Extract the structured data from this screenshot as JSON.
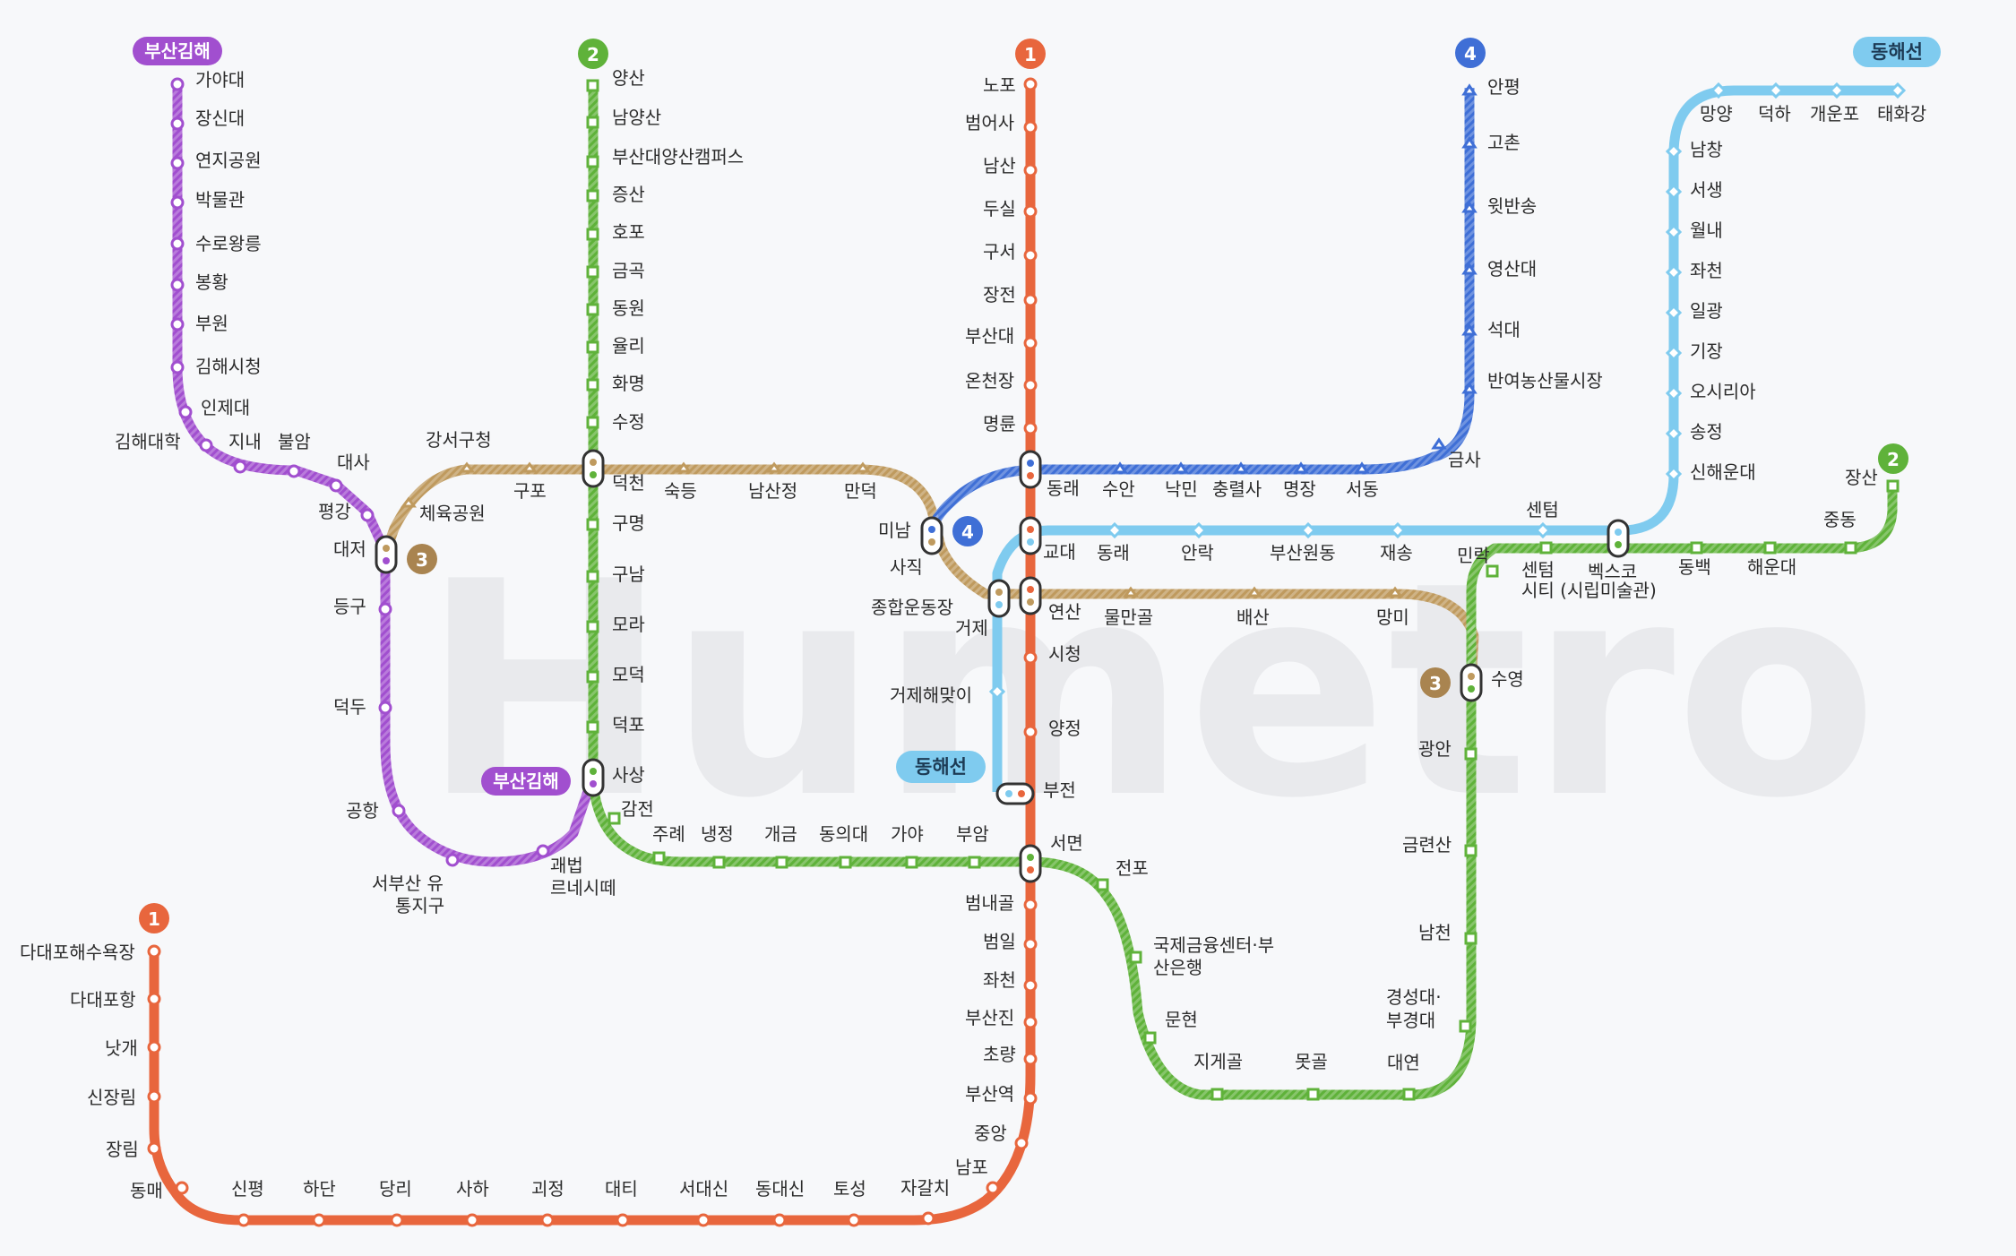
{
  "watermark": "Humetro",
  "colors": {
    "line1": "#e8663d",
    "line2": "#5fb23a",
    "line3": "#bf9a5e",
    "line4": "#3f6fd6",
    "donghae": "#7fcbef",
    "bgl": "#a14fcf",
    "text": "#2b2b2b"
  },
  "badges": {
    "line1_top": "1",
    "line1_bottom": "1",
    "line2_top": "2",
    "line2_right": "2",
    "line3_left": "3",
    "line3_right": "3",
    "line4_top": "4",
    "line4_mid": "4",
    "bgl_top": "부산김해",
    "bgl_mid": "부산김해",
    "donghae_top": "동해선",
    "donghae_mid": "동해선"
  },
  "stations": {
    "gaya_univ": "가야대",
    "jangsindae": "장신대",
    "yeonji_park": "연지공원",
    "museum": "박물관",
    "surowangneung": "수로왕릉",
    "bonghwang": "봉황",
    "buwon": "부원",
    "gimhae_cityhall": "김해시청",
    "injedae": "인제대",
    "gimhae_univ": "김해대학",
    "jinae": "지내",
    "buram": "불암",
    "daesa": "대사",
    "pyeonggang": "평강",
    "daejeo": "대저",
    "deunggu": "등구",
    "deokdu": "덕두",
    "airport": "공항",
    "seobusan_logistics": "서부산 유\n통지구",
    "gwaebeop": "괘법\n르네시떼",
    "sasang": "사상",
    "gangseo_office": "강서구청",
    "sports_park": "체육공원",
    "gupo": "구포",
    "deokcheon": "덕천",
    "sukdeung": "숙등",
    "namsanjeong": "남산정",
    "mandeok": "만덕",
    "minam": "미남",
    "sajik": "사직",
    "sports_complex": "종합운동장",
    "geoje": "거제",
    "yeonsan": "연산",
    "mulmangol": "물만골",
    "baesan": "배산",
    "mangmi": "망미",
    "suyeong": "수영",
    "yangsan": "양산",
    "namyangsan": "남양산",
    "pnu_yangsan": "부산대양산캠퍼스",
    "jeungsan": "증산",
    "hopo": "호포",
    "geumgok": "금곡",
    "dongwon": "동원",
    "yulli": "율리",
    "hwamyeong": "화명",
    "sujeong": "수정",
    "gumyeong": "구명",
    "gunam": "구남",
    "mora": "모라",
    "modeok": "모덕",
    "deokpo": "덕포",
    "gamjeon": "감전",
    "jurye": "주례",
    "naengjeong": "냉정",
    "gaegeum": "개금",
    "dongeui": "동의대",
    "gaya": "가야",
    "buam": "부암",
    "seomyeon": "서면",
    "jeonpo": "전포",
    "bifc": "국제금융센터·부\n산은행",
    "munhyeon": "문현",
    "jigegol": "지게골",
    "motgol": "못골",
    "daeyeon": "대연",
    "kyungsung": "경성대·\n부경대",
    "namcheon": "남천",
    "geumnyeonsan": "금련산",
    "gwangan": "광안",
    "centum_city": "센텀\n시티 (시립미술관)",
    "bexco": "벡스코",
    "dongbaek": "동백",
    "haeundae": "해운대",
    "jungdong": "중동",
    "jangsan": "장산",
    "nopo": "노포",
    "beomeosa": "범어사",
    "namsan": "남산",
    "dusil": "두실",
    "guseo": "구서",
    "jangjeon": "장전",
    "pnu": "부산대",
    "oncheonjang": "온천장",
    "myeongnyun": "명륜",
    "dongnae": "동래",
    "gyodae": "교대",
    "sicheong": "시청",
    "yangjeong": "양정",
    "bujeon": "부전",
    "beomnaegol": "범내골",
    "beomil": "범일",
    "jwacheon": "좌천",
    "busanjin": "부산진",
    "choryang": "초량",
    "busan_station": "부산역",
    "jungang": "중앙",
    "nampo": "남포",
    "jagalchi": "자갈치",
    "toseong": "토성",
    "dongdaesin": "동대신",
    "seodaesin": "서대신",
    "daeti": "대티",
    "goejeong": "괴정",
    "saha": "사하",
    "dangni": "당리",
    "hadan": "하단",
    "sinpyeong": "신평",
    "dongmae": "동매",
    "jangnim": "장림",
    "sinjangnim": "신장림",
    "natgae": "낫개",
    "dadaepo_port": "다대포항",
    "dadaepo_beach": "다대포해수욕장",
    "anpyeong": "안평",
    "gochon": "고촌",
    "witbansong": "윗반송",
    "yeongsandae": "영산대",
    "seokdae": "석대",
    "banyeo_market": "반여농산물시장",
    "geumsa": "금사",
    "seodong": "서동",
    "myeongjang": "명장",
    "chungnyeolsa": "충렬사",
    "nangmin": "낙민",
    "suan": "수안",
    "taehwagang": "태화강",
    "gaeunpo": "개운포",
    "deokha": "덕하",
    "mangyang": "망양",
    "namchang": "남창",
    "seosaeng": "서생",
    "wollae": "월내",
    "jwacheon_dh": "좌천",
    "ilgwang": "일광",
    "gijang": "기장",
    "osiria": "오시리아",
    "songjeong": "송정",
    "sinhaeundae": "신해운대",
    "centum": "센텀",
    "millak": "민락",
    "jaesong": "재송",
    "busanwondong": "부산원동",
    "allak": "안락",
    "dongnae_dh": "동래",
    "geoje_beach": "거제해맞이"
  }
}
